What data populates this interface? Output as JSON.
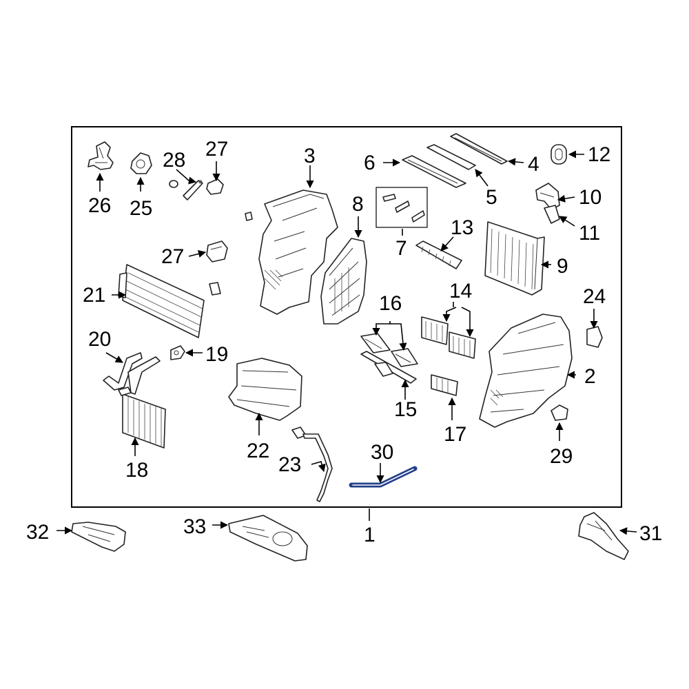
{
  "callouts": {
    "c1": "1",
    "c2": "2",
    "c3": "3",
    "c4": "4",
    "c5": "5",
    "c6": "6",
    "c7": "7",
    "c8": "8",
    "c9": "9",
    "c10": "10",
    "c11": "11",
    "c12": "12",
    "c13": "13",
    "c14": "14",
    "c15": "15",
    "c16": "16",
    "c17": "17",
    "c18": "18",
    "c19": "19",
    "c20": "20",
    "c21": "21",
    "c22": "22",
    "c23": "23",
    "c24": "24",
    "c25": "25",
    "c26": "26",
    "c27a": "27",
    "c27b": "27",
    "c28": "28",
    "c29": "29",
    "c30": "30",
    "c31": "31",
    "c32": "32",
    "c33": "33"
  },
  "colors": {
    "highlight": "#233f8a",
    "line": "#000000",
    "background": "#ffffff"
  }
}
